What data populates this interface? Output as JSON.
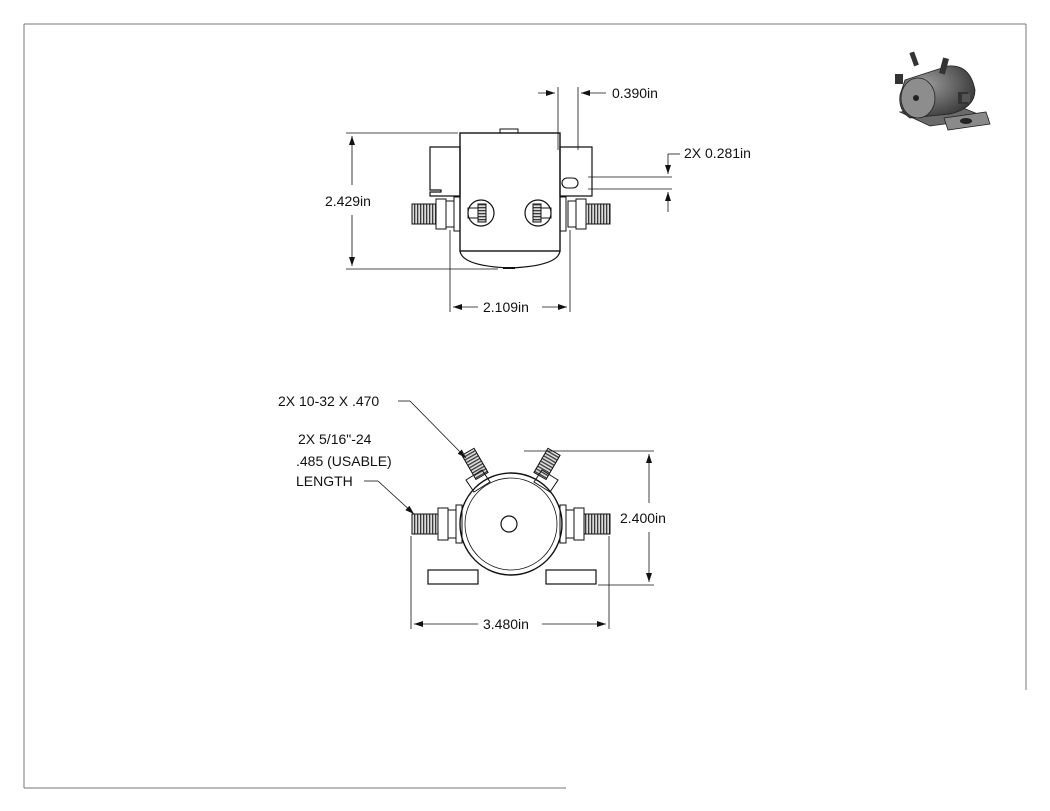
{
  "drawing": {
    "front_view": {
      "height_dim": "2.429in",
      "width_dim": "2.109in",
      "offset_dim": "0.390in",
      "slot_dim": "2X 0.281in"
    },
    "top_view": {
      "stud_callout": "2X 10-32 X .470",
      "terminal_callout": [
        "2X 5/16\"-24",
        ".485 (USABLE)",
        "LENGTH"
      ],
      "height_dim": "2.400in",
      "width_dim": "3.480in"
    }
  },
  "colors": {
    "line": "#111111",
    "thread": "#5a5a5a",
    "thumbnail_body": "#4a4a4a"
  },
  "icons": [
    "iso-thumbnail"
  ]
}
